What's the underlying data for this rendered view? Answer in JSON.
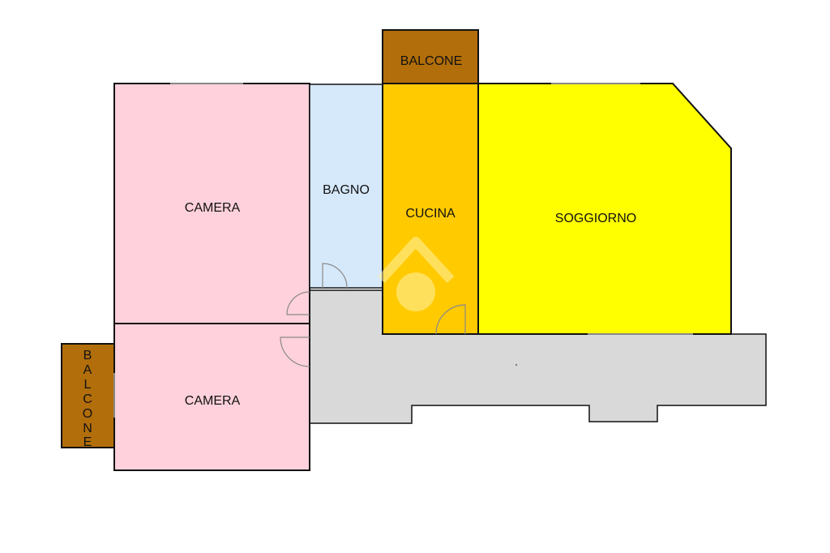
{
  "plan": {
    "rooms": {
      "camera_top": {
        "label": "CAMERA",
        "color": "#FFD1DC"
      },
      "camera_bottom": {
        "label": "CAMERA",
        "color": "#FFD1DC"
      },
      "bagno": {
        "label": "BAGNO",
        "color": "#D6E9FB"
      },
      "cucina": {
        "label": "CUCINA",
        "color": "#FFCA00"
      },
      "soggiorno": {
        "label": "SOGGIORNO",
        "color": "#FFFF00"
      },
      "balcone_top": {
        "label": "BALCONE",
        "color": "#B26E0A"
      },
      "balcone_left": {
        "label": "BALCONE",
        "letters": [
          "B",
          "A",
          "L",
          "C",
          "O",
          "N",
          "E"
        ],
        "color": "#B26E0A"
      },
      "corridor": {
        "label": "",
        "color": "#D9D9D9"
      }
    },
    "wall_color": "#111111",
    "door_color": "#8a8a8a",
    "watermark_color": "#FFF2A8"
  }
}
